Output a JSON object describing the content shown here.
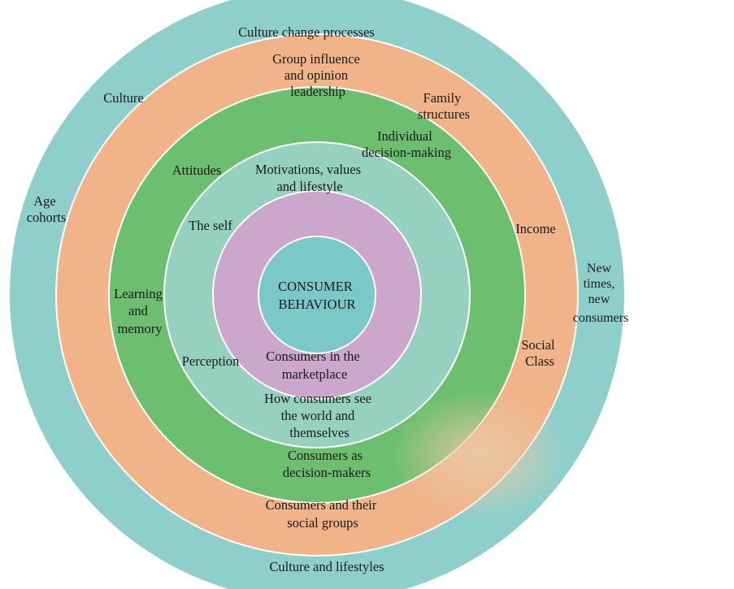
{
  "colors": {
    "outer": "#8ecfcc",
    "social": "#f0b488",
    "decision": "#6bbf6e",
    "self": "#96d0bf",
    "marketplace": "#cba7cc",
    "core": "#7ac8c8",
    "ring_border": "#ffffff"
  },
  "outer_ring": {
    "top": "Culture change processes",
    "bottom": "Culture and lifestyles",
    "culture": "Culture",
    "age_cohorts": [
      "Age",
      "cohorts"
    ],
    "new_times": [
      "New",
      "times,",
      "new",
      "consumers"
    ]
  },
  "social_ring": {
    "group_influence": [
      "Group influence",
      "and opinion",
      "leadership"
    ],
    "family": [
      "Family",
      "structures"
    ],
    "income": "Income",
    "social_class": [
      "Social",
      "Class"
    ],
    "label": [
      "Consumers and their",
      "social groups"
    ]
  },
  "decision_ring": {
    "individual": [
      "Individual",
      "decision-making"
    ],
    "attitudes": "Attitudes",
    "learning": [
      "Learning",
      "and",
      "memory"
    ],
    "label": [
      "Consumers as",
      "decision-makers"
    ]
  },
  "self_ring": {
    "motivations": [
      "Motivations, values",
      "and lifestyle"
    ],
    "the_self": "The self",
    "perception": "Perception",
    "label": [
      "How consumers see",
      "the world and",
      "themselves"
    ]
  },
  "marketplace_ring": {
    "label": [
      "Consumers in the",
      "marketplace"
    ]
  },
  "core": {
    "label": [
      "CONSUMER",
      "BEHAVIOUR"
    ]
  }
}
